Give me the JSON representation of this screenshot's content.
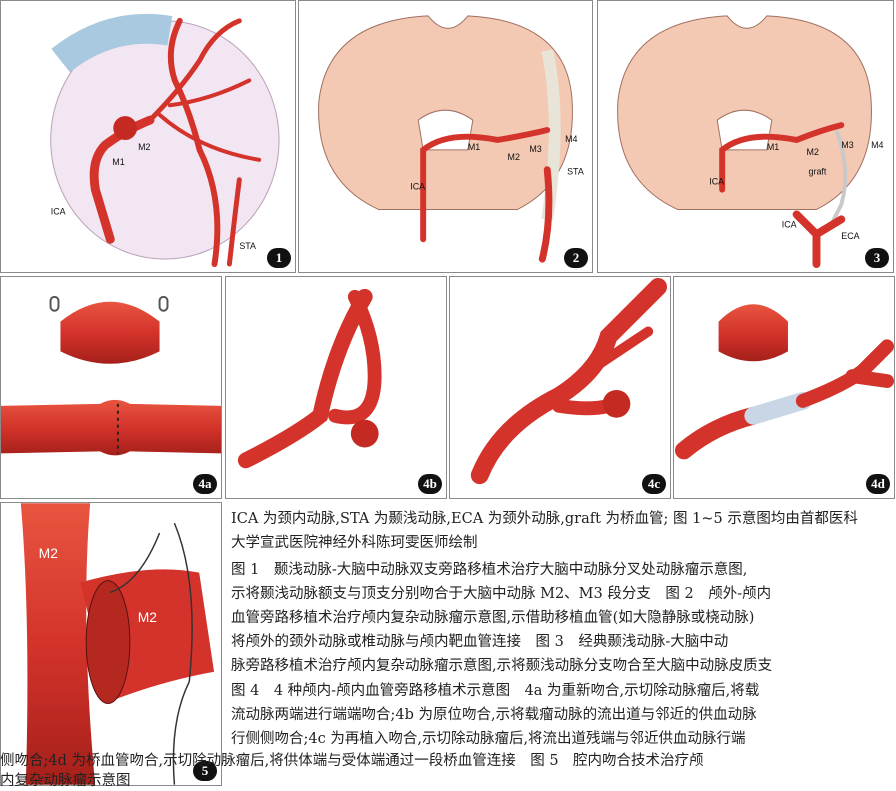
{
  "panels": {
    "p1": {
      "badge": "1",
      "labels": [
        "M2",
        "M1",
        "ICA",
        "STA"
      ]
    },
    "p2": {
      "badge": "2",
      "labels": [
        "M1",
        "M2",
        "M3",
        "M4",
        "STA",
        "ICA"
      ]
    },
    "p3": {
      "badge": "3",
      "labels": [
        "M1",
        "M2",
        "M3",
        "M4",
        "ICA",
        "graft",
        "ICA",
        "ECA"
      ]
    },
    "p4a": {
      "badge": "4a"
    },
    "p4b": {
      "badge": "4b"
    },
    "p4c": {
      "badge": "4c"
    },
    "p4d": {
      "badge": "4d"
    },
    "p5": {
      "badge": "5",
      "labels": [
        "M2",
        "M2"
      ]
    }
  },
  "caption": {
    "lines_right": [
      "ICA 为颈内动脉,STA 为颞浅动脉,ECA 为颈外动脉,graft 为桥血管; 图 1~5 示意图均由首都医科",
      "大学宣武医院神经外科陈珂雯医师绘制",
      "图 1　颞浅动脉-大脑中动脉双支旁路移植术治疗大脑中动脉分叉处动脉瘤示意图,",
      "示将颞浅动脉额支与顶支分别吻合于大脑中动脉 M2、M3 段分支　图 2　颅外-颅内",
      "血管旁路移植术治疗颅内复杂动脉瘤示意图,示借助移植血管(如大隐静脉或桡动脉)",
      "将颅外的颈外动脉或椎动脉与颅内靶血管连接　图 3　经典颞浅动脉-大脑中动",
      "脉旁路移植术治疗颅内复杂动脉瘤示意图,示将颞浅动脉分支吻合至大脑中动脉皮质支",
      "图 4　4 种颅内-颅内血管旁路移植术示意图　4a 为重新吻合,示切除动脉瘤后,将载",
      "流动脉两端进行端端吻合;4b 为原位吻合,示将载瘤动脉的流出道与邻近的供血动脉",
      "行侧侧吻合;4c 为再植入吻合,示切除动脉瘤后,将流出道残端与邻近供血动脉行端"
    ],
    "lines_full": [
      "侧吻合;4d 为桥血管吻合,示切除动脉瘤后,将供体端与受体端通过一段桥血管连接　图 5　腔内吻合技术治疗颅",
      "内复杂动脉瘤示意图"
    ]
  },
  "colors": {
    "artery": "#d4332b",
    "brain": "#f3c9b4",
    "graft": "#c9d6e6"
  }
}
